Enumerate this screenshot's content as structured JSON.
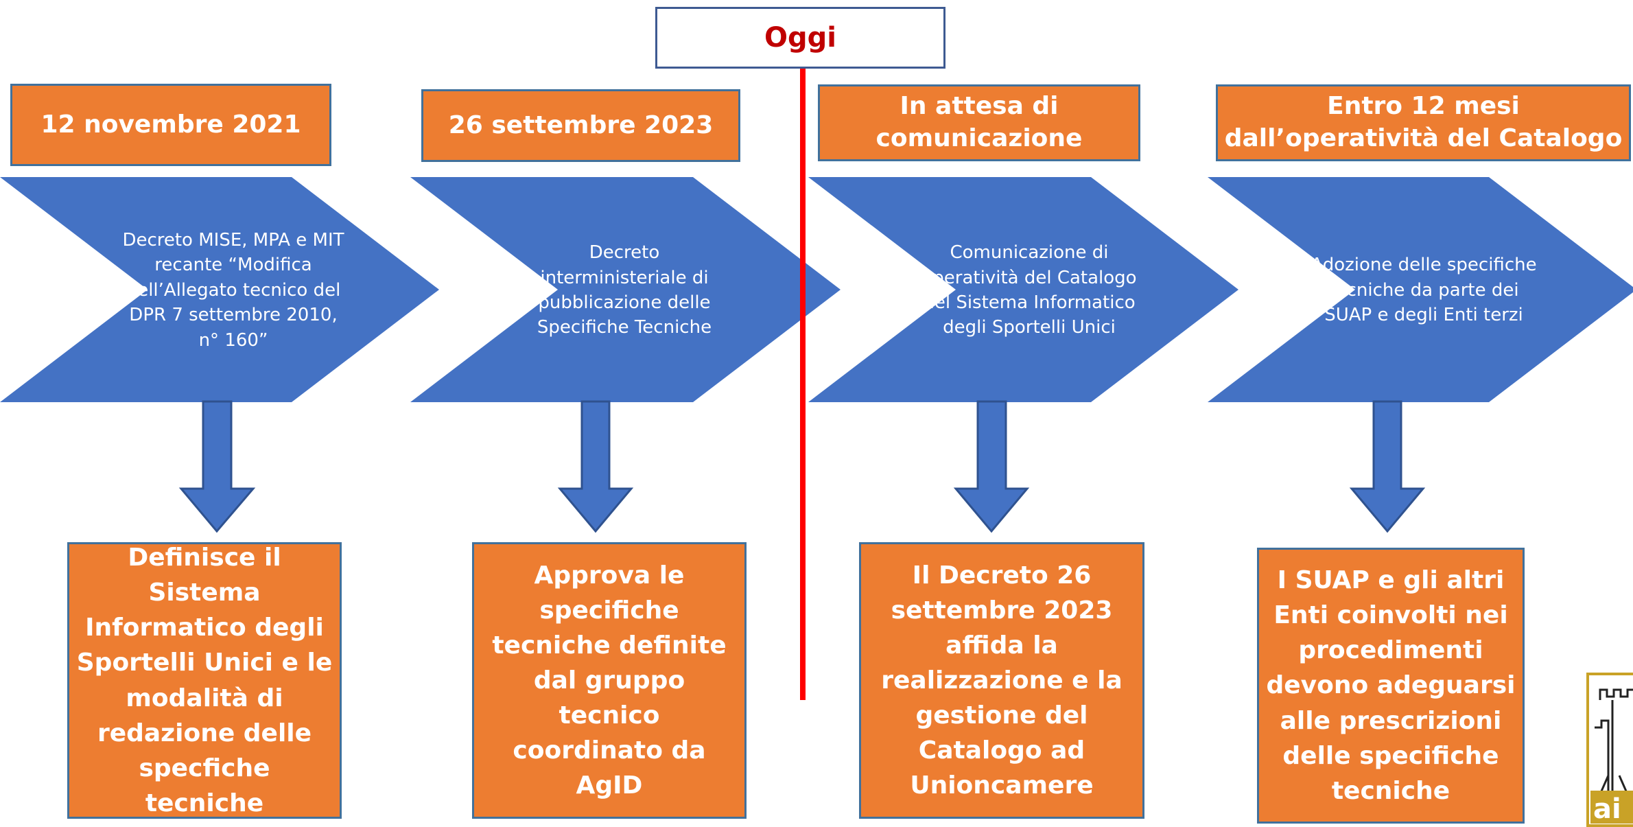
{
  "today": {
    "label": "Oggi"
  },
  "steps": [
    {
      "date": "12 novembre 2021",
      "description": "Decreto MISE, MPA e MIT  recante “Modifica dell’Allegato tecnico del DPR 7 settembre 2010, n° 160”",
      "outcome": "Definisce il Sistema Informatico degli Sportelli Unici e le modalità di redazione delle specfiche tecniche"
    },
    {
      "date": "26 settembre 2023",
      "description": "Decreto interministeriale di pubblicazione delle Specifiche Tecniche",
      "outcome": "Approva le specifiche tecniche definite dal gruppo tecnico coordinato da AgID"
    },
    {
      "date": "In attesa di comunicazione",
      "description": "Comunicazione di operatività del Catalogo del Sistema Informatico degli Sportelli Unici",
      "outcome": "Il Decreto 26 settembre 2023 affida la realizzazione e la gestione del Catalogo ad Unioncamere"
    },
    {
      "date": "Entro 12 mesi dall’operatività del Catalogo",
      "description": "Adozione delle specifiche tecniche da parte dei SUAP e degli Enti terzi",
      "outcome": "I SUAP e gli altri Enti coinvolti nei procedimenti devono adeguarsi alle prescrizioni delle specifiche tecniche"
    }
  ],
  "colors": {
    "chevron": "#4472c4",
    "box_fill": "#ed7d31",
    "box_border": "#41719c",
    "today_line": "#ff0000",
    "today_text": "#c00000"
  },
  "logo": {
    "text": "ai",
    "icon": "castle-logo-icon"
  }
}
